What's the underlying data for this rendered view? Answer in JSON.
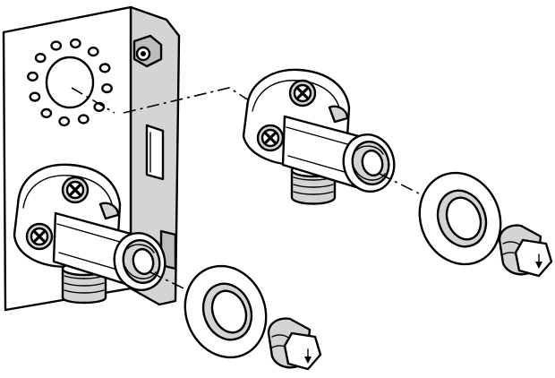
{
  "figure": {
    "type": "exploded-assembly-illustration",
    "colors": {
      "line": "#000000",
      "paper": "#ffffff",
      "shade": "#d4d4d4",
      "dark_shade": "#6e6e6e"
    },
    "parts": [
      {
        "id": "mounting-bracket",
        "count": 1
      },
      {
        "id": "elbow-fitting",
        "count": 2
      },
      {
        "id": "mounting-screw",
        "count": 4
      },
      {
        "id": "sealing-washer",
        "count": 2
      },
      {
        "id": "plug-cap",
        "count": 2
      },
      {
        "id": "knockout-hole-ring",
        "count": 1,
        "holes": 12
      }
    ],
    "arrows": [
      "down-arrow",
      "down-arrow"
    ]
  }
}
